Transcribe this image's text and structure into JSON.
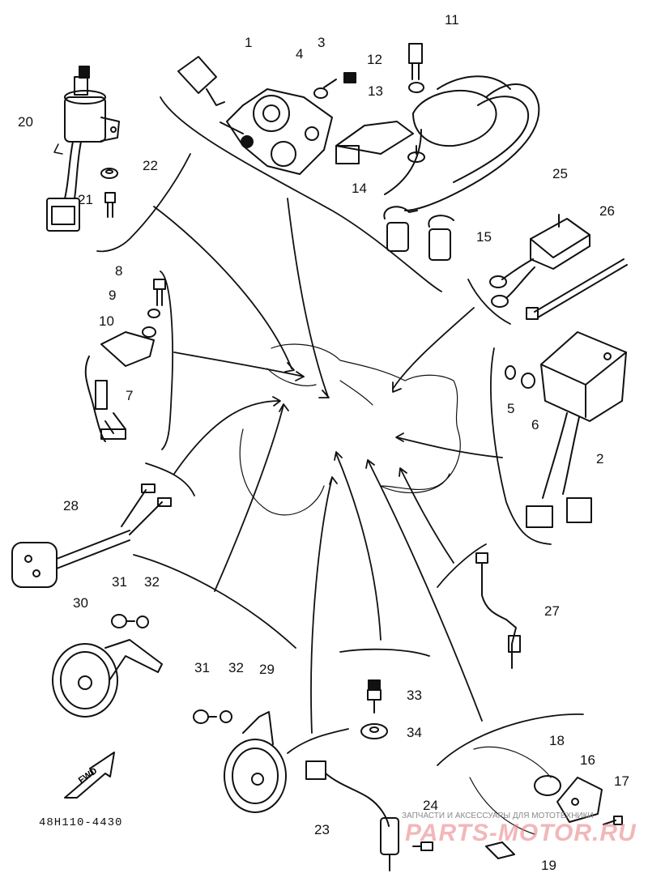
{
  "diagram_code": "48H110-4430",
  "fwd_label": "FWD",
  "watermark": {
    "caption": "ЗАПЧАСТИ И АКСЕССУАРЫ ДЛЯ МОТОТЕХНИКИ",
    "logo": "PARTS-MOTOR.RU"
  },
  "parts": [
    {
      "id": "1"
    },
    {
      "id": "2"
    },
    {
      "id": "3"
    },
    {
      "id": "4"
    },
    {
      "id": "5"
    },
    {
      "id": "6"
    },
    {
      "id": "7"
    },
    {
      "id": "8"
    },
    {
      "id": "9"
    },
    {
      "id": "10"
    },
    {
      "id": "11"
    },
    {
      "id": "12"
    },
    {
      "id": "13"
    },
    {
      "id": "14"
    },
    {
      "id": "15"
    },
    {
      "id": "16"
    },
    {
      "id": "17"
    },
    {
      "id": "18"
    },
    {
      "id": "19"
    },
    {
      "id": "20"
    },
    {
      "id": "21"
    },
    {
      "id": "22"
    },
    {
      "id": "23"
    },
    {
      "id": "24"
    },
    {
      "id": "25"
    },
    {
      "id": "26"
    },
    {
      "id": "27"
    },
    {
      "id": "28"
    },
    {
      "id": "29"
    },
    {
      "id": "30"
    },
    {
      "id": "31a",
      "label": "31"
    },
    {
      "id": "32a",
      "label": "32"
    },
    {
      "id": "31b",
      "label": "31"
    },
    {
      "id": "32b",
      "label": "32"
    },
    {
      "id": "33"
    },
    {
      "id": "34"
    }
  ]
}
